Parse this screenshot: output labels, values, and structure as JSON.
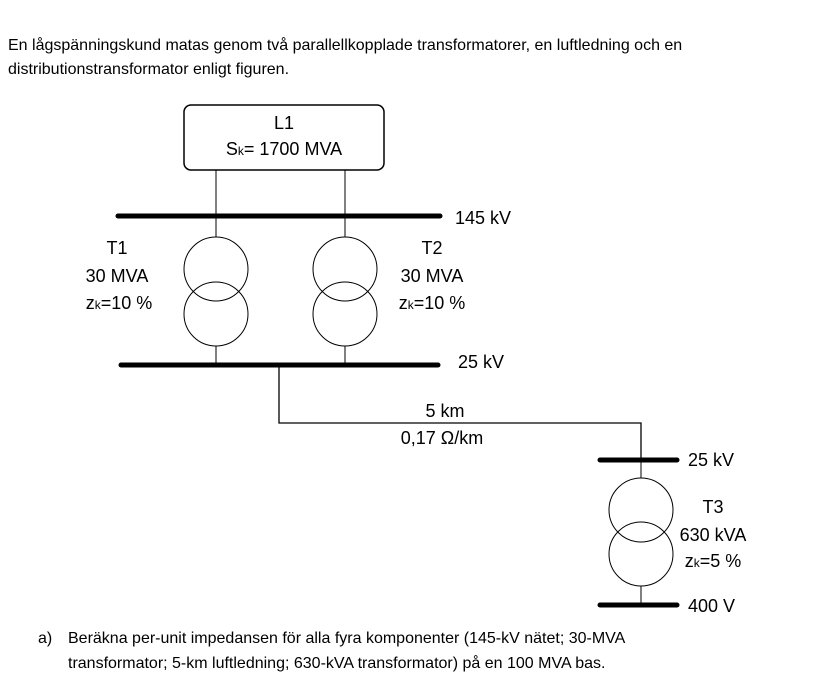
{
  "intro": {
    "line1": "En lågspänningskund matas genom två parallellkopplade transformatorer, en luftledning och en",
    "line2": "distributionstransformator enligt figuren."
  },
  "source": {
    "name": "L1",
    "sk_symbol": "S",
    "sk_sub": "k",
    "sk_value": "= 1700 MVA"
  },
  "buses": {
    "hv": "145 kV",
    "mv": "25 kV",
    "mv2": "25 kV",
    "lv": "400 V"
  },
  "t1": {
    "name": "T1",
    "rating": "30 MVA",
    "z_symbol": "z",
    "z_sub": "k",
    "z_value": "=10 %"
  },
  "t2": {
    "name": "T2",
    "rating": "30 MVA",
    "z_symbol": "z",
    "z_sub": "k",
    "z_value": "=10 %"
  },
  "t3": {
    "name": "T3",
    "rating": "630 kVA",
    "z_symbol": "z",
    "z_sub": "k",
    "z_value": "=5 %"
  },
  "line": {
    "length": "5 km",
    "impedance": "0,17 Ω/km"
  },
  "question": {
    "marker": "a)",
    "line1": "Beräkna per-unit impedansen för alla fyra komponenter (145-kV nätet; 30-MVA",
    "line2": "transformator; 5-km luftledning; 630-kVA transformator) på en 100 MVA bas."
  }
}
